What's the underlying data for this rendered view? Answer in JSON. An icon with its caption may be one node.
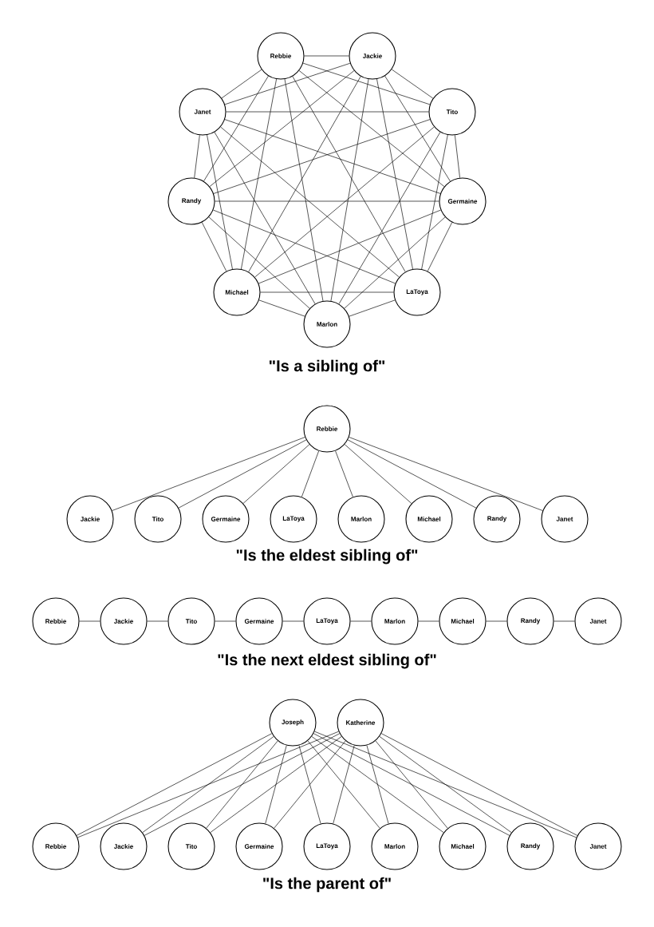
{
  "diagram": {
    "nodes": [
      {
        "text": [
          "Rebbie"
        ]
      },
      {
        "text": [
          "Jackie"
        ]
      },
      {
        "text": [
          "Tito"
        ]
      },
      {
        "text": [
          "Germaine"
        ]
      },
      {
        "text": [
          "LaToya"
        ]
      },
      {
        "text": [
          "Marlon"
        ]
      },
      {
        "text": [
          "Michael"
        ]
      },
      {
        "text": [
          "Randy"
        ]
      },
      {
        "text": [
          "Janet"
        ]
      },
      {
        "text": [
          "Rebbie"
        ]
      },
      {
        "text": [
          "Jackie"
        ]
      },
      {
        "text": [
          "Tito"
        ]
      },
      {
        "text": [
          "Germaine"
        ]
      },
      {
        "text": [
          "LaToya"
        ]
      },
      {
        "text": [
          "Marlon"
        ]
      },
      {
        "text": [
          "Michael"
        ]
      },
      {
        "text": [
          "Randy"
        ]
      },
      {
        "text": [
          "Janet"
        ]
      },
      {
        "text": [
          "Rebbie"
        ]
      },
      {
        "text": [
          "Jackie"
        ]
      },
      {
        "text": [
          "Tito"
        ]
      },
      {
        "text": [
          "Germaine"
        ]
      },
      {
        "text": [
          "LaToya"
        ]
      },
      {
        "text": [
          "Marlon"
        ]
      },
      {
        "text": [
          "Michael"
        ]
      },
      {
        "text": [
          "Randy"
        ]
      },
      {
        "text": [
          "Janet"
        ]
      },
      {
        "text": [
          "Joseph"
        ]
      },
      {
        "text": [
          "Katherine"
        ]
      },
      {
        "text": [
          "Rebbie"
        ]
      },
      {
        "text": [
          "Jackie"
        ]
      },
      {
        "text": [
          "Tito"
        ]
      },
      {
        "text": [
          "Germaine"
        ]
      },
      {
        "text": [
          "LaToya"
        ]
      },
      {
        "text": [
          "Marlon"
        ]
      },
      {
        "text": [
          "Michael"
        ]
      },
      {
        "text": [
          "Randy"
        ]
      },
      {
        "text": [
          "Janet"
        ]
      }
    ],
    "edges": [
      {
        "from": 0,
        "to": 1,
        "arrow": "none"
      },
      {
        "from": 0,
        "to": 2,
        "arrow": "none"
      },
      {
        "from": 0,
        "to": 3,
        "arrow": "none"
      },
      {
        "from": 0,
        "to": 4,
        "arrow": "none"
      },
      {
        "from": 0,
        "to": 5,
        "arrow": "none"
      },
      {
        "from": 0,
        "to": 6,
        "arrow": "none"
      },
      {
        "from": 0,
        "to": 7,
        "arrow": "none"
      },
      {
        "from": 0,
        "to": 8,
        "arrow": "none"
      },
      {
        "from": 1,
        "to": 2,
        "arrow": "none"
      },
      {
        "from": 1,
        "to": 3,
        "arrow": "none"
      },
      {
        "from": 1,
        "to": 4,
        "arrow": "none"
      },
      {
        "from": 1,
        "to": 5,
        "arrow": "none"
      },
      {
        "from": 1,
        "to": 6,
        "arrow": "none"
      },
      {
        "from": 1,
        "to": 7,
        "arrow": "none"
      },
      {
        "from": 1,
        "to": 8,
        "arrow": "none"
      },
      {
        "from": 2,
        "to": 3,
        "arrow": "none"
      },
      {
        "from": 2,
        "to": 4,
        "arrow": "none"
      },
      {
        "from": 2,
        "to": 5,
        "arrow": "none"
      },
      {
        "from": 2,
        "to": 6,
        "arrow": "none"
      },
      {
        "from": 2,
        "to": 7,
        "arrow": "none"
      },
      {
        "from": 2,
        "to": 8,
        "arrow": "none"
      },
      {
        "from": 3,
        "to": 4,
        "arrow": "none"
      },
      {
        "from": 3,
        "to": 5,
        "arrow": "none"
      },
      {
        "from": 3,
        "to": 6,
        "arrow": "none"
      },
      {
        "from": 3,
        "to": 7,
        "arrow": "none"
      },
      {
        "from": 3,
        "to": 8,
        "arrow": "none"
      },
      {
        "from": 4,
        "to": 5,
        "arrow": "none"
      },
      {
        "from": 4,
        "to": 6,
        "arrow": "none"
      },
      {
        "from": 4,
        "to": 7,
        "arrow": "none"
      },
      {
        "from": 4,
        "to": 8,
        "arrow": "none"
      },
      {
        "from": 5,
        "to": 6,
        "arrow": "none"
      },
      {
        "from": 5,
        "to": 7,
        "arrow": "none"
      },
      {
        "from": 5,
        "to": 8,
        "arrow": "none"
      },
      {
        "from": 6,
        "to": 7,
        "arrow": "none"
      },
      {
        "from": 6,
        "to": 8,
        "arrow": "none"
      },
      {
        "from": 7,
        "to": 8,
        "arrow": "none"
      },
      {
        "from": 9,
        "to": 10,
        "arrow": "none"
      },
      {
        "from": 9,
        "to": 11,
        "arrow": "none"
      },
      {
        "from": 9,
        "to": 12,
        "arrow": "none"
      },
      {
        "from": 9,
        "to": 13,
        "arrow": "none"
      },
      {
        "from": 9,
        "to": 14,
        "arrow": "none"
      },
      {
        "from": 9,
        "to": 15,
        "arrow": "none"
      },
      {
        "from": 9,
        "to": 16,
        "arrow": "none"
      },
      {
        "from": 9,
        "to": 17,
        "arrow": "none"
      },
      {
        "from": 18,
        "to": 19,
        "arrow": "none"
      },
      {
        "from": 19,
        "to": 20,
        "arrow": "none"
      },
      {
        "from": 20,
        "to": 21,
        "arrow": "none"
      },
      {
        "from": 21,
        "to": 22,
        "arrow": "none"
      },
      {
        "from": 22,
        "to": 23,
        "arrow": "none"
      },
      {
        "from": 23,
        "to": 24,
        "arrow": "none"
      },
      {
        "from": 24,
        "to": 25,
        "arrow": "none"
      },
      {
        "from": 25,
        "to": 26,
        "arrow": "none"
      },
      {
        "from": 27,
        "to": 29,
        "arrow": "none"
      },
      {
        "from": 27,
        "to": 30,
        "arrow": "none"
      },
      {
        "from": 27,
        "to": 31,
        "arrow": "none"
      },
      {
        "from": 27,
        "to": 32,
        "arrow": "none"
      },
      {
        "from": 27,
        "to": 33,
        "arrow": "none"
      },
      {
        "from": 27,
        "to": 34,
        "arrow": "none"
      },
      {
        "from": 27,
        "to": 35,
        "arrow": "none"
      },
      {
        "from": 27,
        "to": 36,
        "arrow": "none"
      },
      {
        "from": 27,
        "to": 37,
        "arrow": "none"
      },
      {
        "from": 28,
        "to": 29,
        "arrow": "none"
      },
      {
        "from": 28,
        "to": 30,
        "arrow": "none"
      },
      {
        "from": 28,
        "to": 31,
        "arrow": "none"
      },
      {
        "from": 28,
        "to": 32,
        "arrow": "none"
      },
      {
        "from": 28,
        "to": 33,
        "arrow": "none"
      },
      {
        "from": 28,
        "to": 34,
        "arrow": "none"
      },
      {
        "from": 28,
        "to": 35,
        "arrow": "none"
      },
      {
        "from": 28,
        "to": 36,
        "arrow": "none"
      },
      {
        "from": 28,
        "to": 37,
        "arrow": "none"
      }
    ],
    "labels": [
      "\"Is a sibling of\"",
      "\"Is the eldest sibling of\"",
      "\"Is the next eldest sibling of\"",
      "\"Is the parent of\""
    ]
  }
}
